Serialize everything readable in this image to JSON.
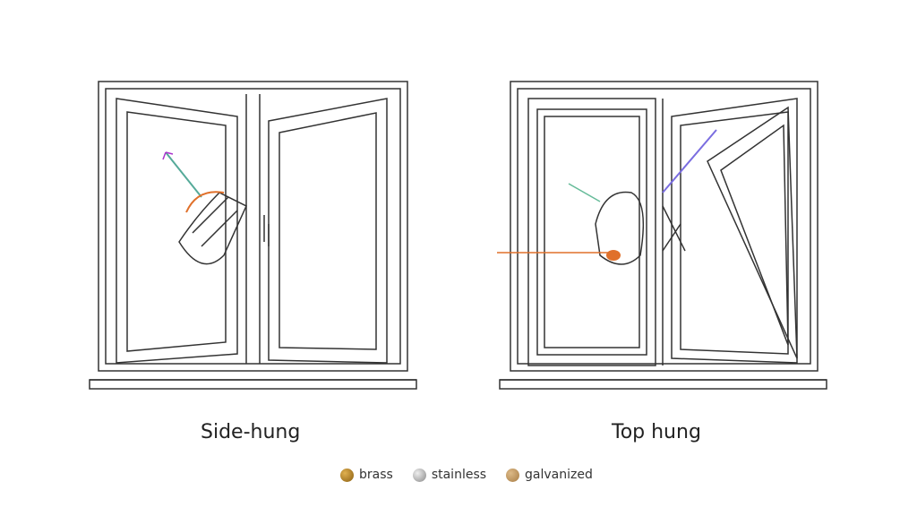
{
  "labels": {
    "left": "Side-hung",
    "right": "Top hung"
  },
  "legend": [
    {
      "label": "brass",
      "color": "#a8781f"
    },
    {
      "label": "stainless",
      "color": "#b5b5b5"
    },
    {
      "label": "galvanized",
      "color": "#c49a5c"
    }
  ],
  "colors": {
    "line": "#333333",
    "accent_orange": "#e0702a"
  }
}
